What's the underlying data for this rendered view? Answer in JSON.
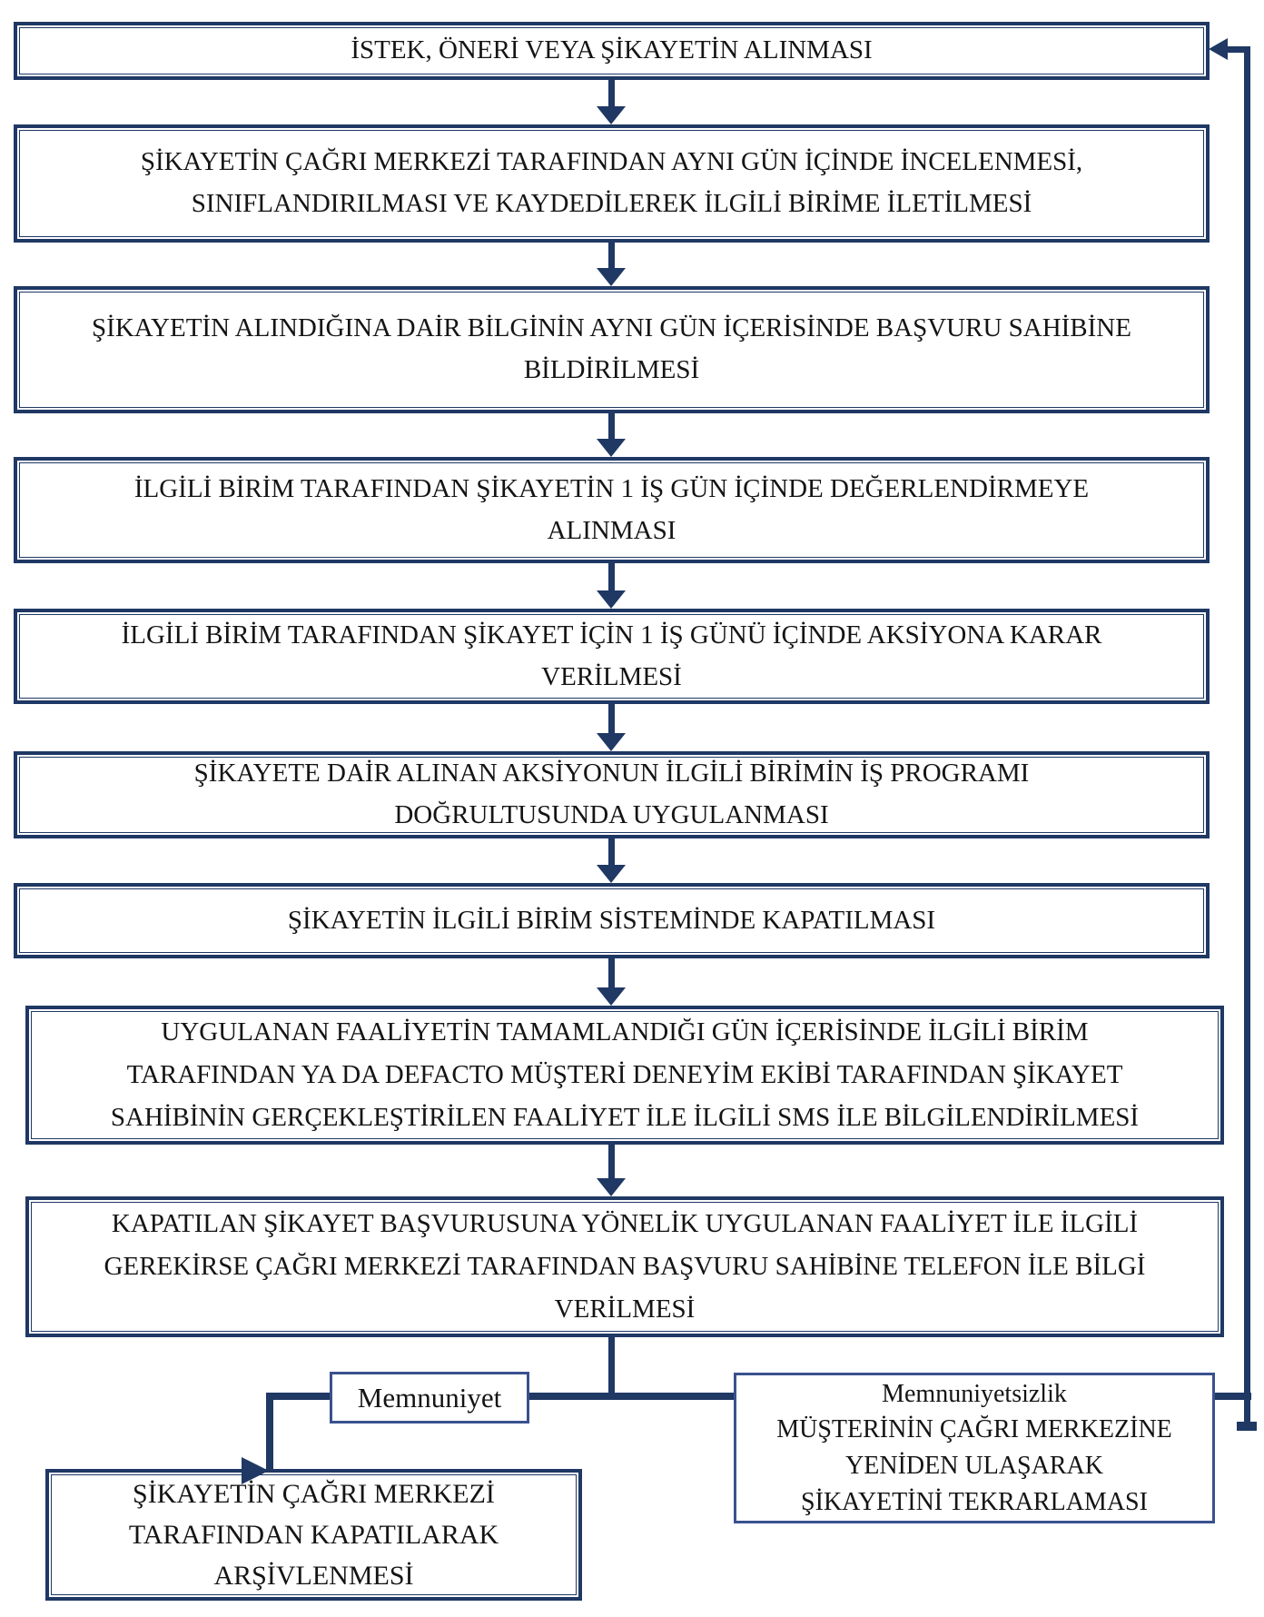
{
  "diagram": {
    "type": "flowchart",
    "language": "tr",
    "colors": {
      "line": "#1f3864",
      "main_box_border": "#1f3864",
      "label_box_border": "#39518e",
      "text": "#141414",
      "background": "#ffffff"
    },
    "boxes": [
      {
        "id": "receive",
        "lines": [
          "İSTEK, ÖNERİ VEYA ŞİKAYETİN ALINMASI"
        ]
      },
      {
        "id": "classify",
        "lines": [
          "ŞİKAYETİN ÇAĞRI MERKEZİ TARAFINDAN AYNI GÜN İÇİNDE İNCELENMESİ,",
          "SINIFLANDIRILMASI VE KAYDEDİLEREK İLGİLİ BİRİME İLETİLMESİ"
        ]
      },
      {
        "id": "notify",
        "lines": [
          "ŞİKAYETİN ALINDIĞINA DAİR BİLGİNİN AYNI GÜN İÇERİSİNDE BAŞVURU SAHİBİNE",
          "BİLDİRİLMESİ"
        ]
      },
      {
        "id": "evaluate",
        "lines": [
          "İLGİLİ BİRİM TARAFINDAN ŞİKAYETİN 1 İŞ GÜN İÇİNDE DEĞERLENDİRMEYE",
          "ALINMASI"
        ]
      },
      {
        "id": "decide",
        "lines": [
          "İLGİLİ BİRİM TARAFINDAN ŞİKAYET İÇİN 1 İŞ GÜNÜ İÇİNDE AKSİYONA KARAR",
          "VERİLMESİ"
        ]
      },
      {
        "id": "apply",
        "lines": [
          "ŞİKAYETE DAİR ALINAN AKSİYONUN İLGİLİ BİRİMİN İŞ PROGRAMI",
          "DOĞRULTUSUNDA UYGULANMASI"
        ]
      },
      {
        "id": "close",
        "lines": [
          "ŞİKAYETİN İLGİLİ BİRİM SİSTEMİNDE KAPATILMASI"
        ]
      },
      {
        "id": "sms",
        "lines": [
          "UYGULANAN FAALİYETİN TAMAMLANDIĞI GÜN İÇERİSİNDE İLGİLİ BİRİM",
          "TARAFINDAN YA DA DEFACTO MÜŞTERİ DENEYİM EKİBİ TARAFINDAN ŞİKAYET",
          "SAHİBİNİN GERÇEKLEŞTİRİLEN FAALİYET İLE İLGİLİ SMS İLE BİLGİLENDİRİLMESİ"
        ]
      },
      {
        "id": "phone",
        "lines": [
          "KAPATILAN ŞİKAYET BAŞVURUSUNA YÖNELİK UYGULANAN FAALİYET İLE İLGİLİ",
          "GEREKİRSE ÇAĞRI MERKEZİ TARAFINDAN BAŞVURU SAHİBİNE TELEFON İLE BİLGİ",
          "VERİLMESİ"
        ]
      }
    ],
    "branch": {
      "satisfaction_label": "Memnuniyet",
      "dissatisfaction_box": {
        "lines": [
          "Memnuniyetsizlik",
          "MÜŞTERİNİN ÇAĞRI MERKEZİNE",
          "YENİDEN ULAŞARAK",
          "ŞİKAYETİNİ TEKRARLAMASI"
        ]
      },
      "archive_box": {
        "lines": [
          "ŞİKAYETİN ÇAĞRI MERKEZİ",
          "TARAFINDAN KAPATILARAK",
          "ARŞİVLENMESİ"
        ]
      }
    },
    "edges": [
      {
        "from": "receive",
        "to": "classify"
      },
      {
        "from": "classify",
        "to": "notify"
      },
      {
        "from": "notify",
        "to": "evaluate"
      },
      {
        "from": "evaluate",
        "to": "decide"
      },
      {
        "from": "decide",
        "to": "apply"
      },
      {
        "from": "apply",
        "to": "close"
      },
      {
        "from": "close",
        "to": "sms"
      },
      {
        "from": "sms",
        "to": "phone"
      },
      {
        "from": "phone",
        "to": "archive_box",
        "label": "Memnuniyet"
      },
      {
        "from": "phone",
        "to": "dissatisfaction_box",
        "label": "Memnuniyetsizlik"
      },
      {
        "from": "dissatisfaction_box",
        "to": "receive"
      }
    ]
  }
}
